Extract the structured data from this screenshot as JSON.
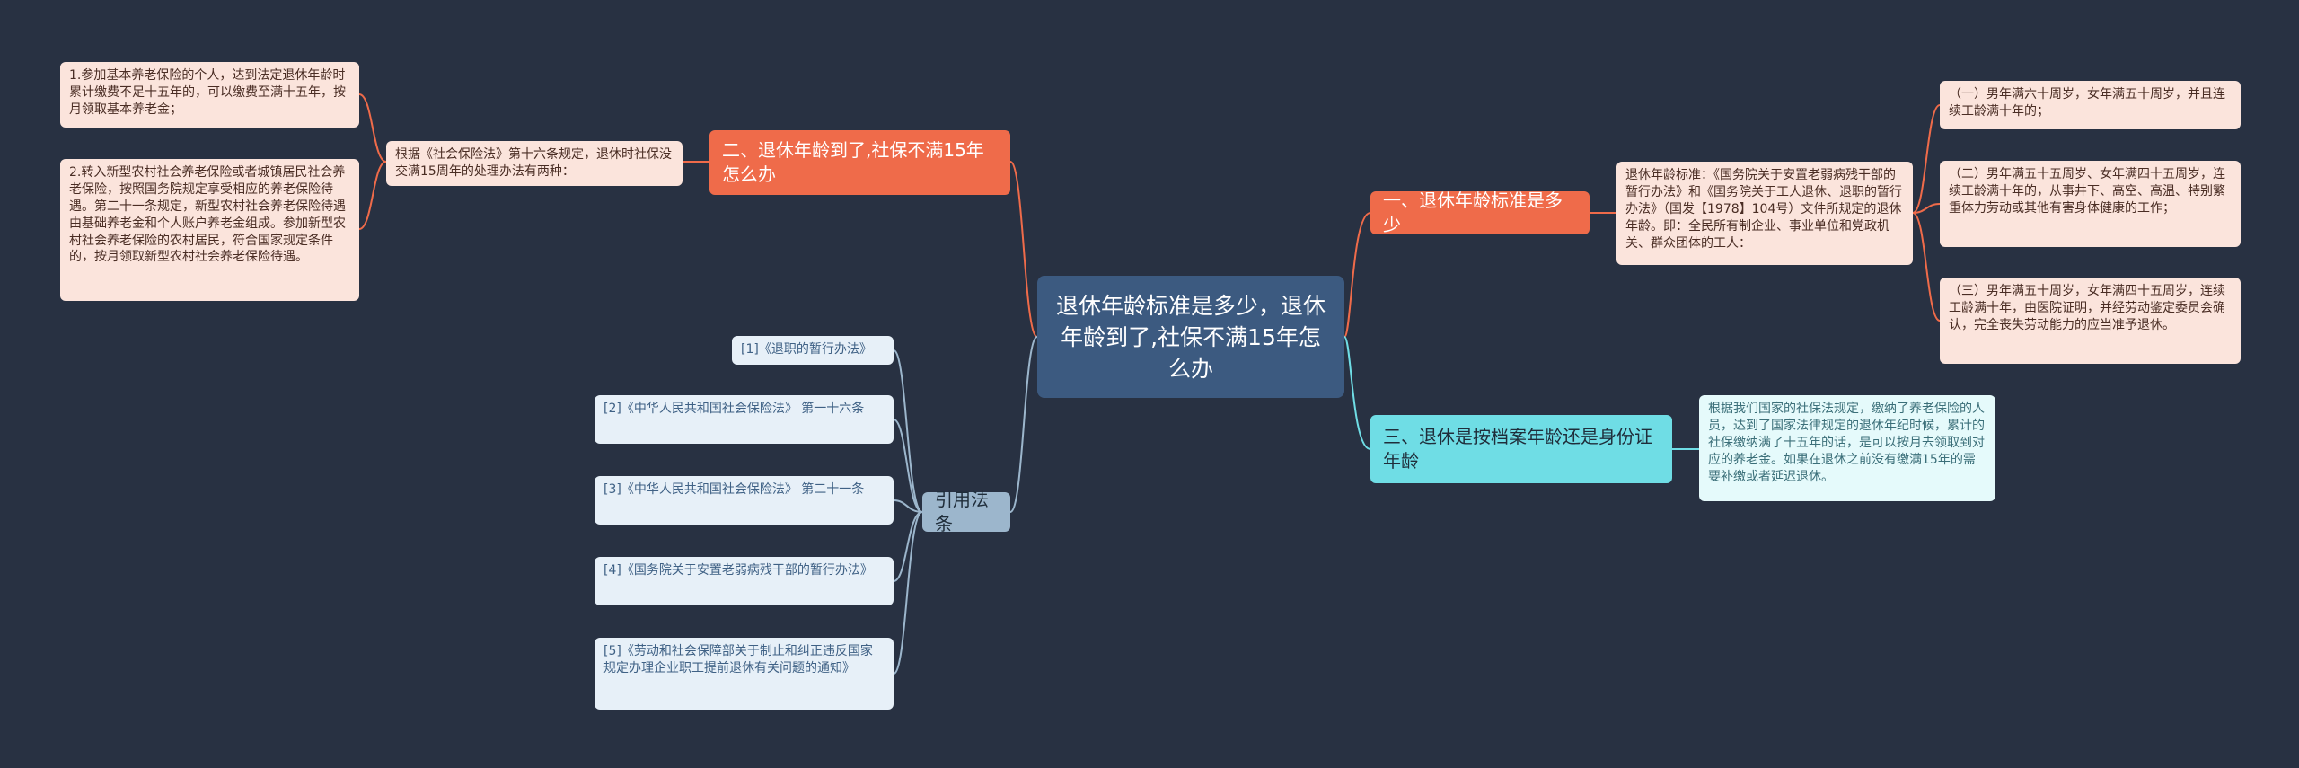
{
  "root": {
    "title": "退休年龄标准是多少，退休年龄到了,社保不满15年怎么办"
  },
  "branches": {
    "b1": {
      "label": "一、退休年龄标准是多少",
      "detail": "退休年龄标准：《国务院关于安置老弱病残干部的暂行办法》和《国务院关于工人退休、退职的暂行办法》（国发【1978】104号）文件所规定的退休年龄。即：全民所有制企业、事业单位和党政机关、群众团体的工人：",
      "items": [
        "（一）男年满六十周岁，女年满五十周岁，并且连续工龄满十年的；",
        "（二）男年满五十五周岁、女年满四十五周岁，连续工龄满十年的，从事井下、高空、高温、特别繁重体力劳动或其他有害身体健康的工作；",
        "（三）男年满五十周岁，女年满四十五周岁，连续工龄满十年，由医院证明，并经劳动鉴定委员会确认，完全丧失劳动能力的应当准予退休。"
      ]
    },
    "b2": {
      "label": "二、退休年龄到了,社保不满15年怎么办",
      "detail": "根据《社会保险法》第十六条规定，退休时社保没交满15周年的处理办法有两种：",
      "items": [
        "1.参加基本养老保险的个人，达到法定退休年龄时累计缴费不足十五年的，可以缴费至满十五年，按月领取基本养老金；",
        "2.转入新型农村社会养老保险或者城镇居民社会养老保险，按照国务院规定享受相应的养老保险待遇。第二十一条规定，新型农村社会养老保险待遇由基础养老金和个人账户养老金组成。参加新型农村社会养老保险的农村居民，符合国家规定条件的，按月领取新型农村社会养老保险待遇。"
      ]
    },
    "b3": {
      "label": "三、退休是按档案年龄还是身份证年龄",
      "detail": "根据我们国家的社保法规定，缴纳了养老保险的人员，达到了国家法律规定的退休年纪时候，累计的社保缴纳满了十五年的话，是可以按月去领取到对应的养老金。如果在退休之前没有缴满15年的需要补缴或者延迟退休。"
    },
    "refs": {
      "label": "引用法条",
      "items": [
        "[1]《退职的暂行办法》",
        "[2]《中华人民共和国社会保险法》 第一十六条",
        "[3]《中华人民共和国社会保险法》 第二十一条",
        "[4]《国务院关于安置老弱病残干部的暂行办法》",
        "[5]《劳动和社会保障部关于制止和纠正违反国家规定办理企业职工提前退休有关问题的通知》"
      ]
    }
  },
  "colors": {
    "background": "#283142",
    "root": "#3c5a80",
    "red_branch": "#ef6b4a",
    "cyan_branch": "#6fdde5",
    "ref_branch": "#9cb6cc",
    "pink_leaf": "#fbe4dc",
    "cyan_leaf": "#e5fafb",
    "blue_leaf": "#e7f0f8"
  }
}
